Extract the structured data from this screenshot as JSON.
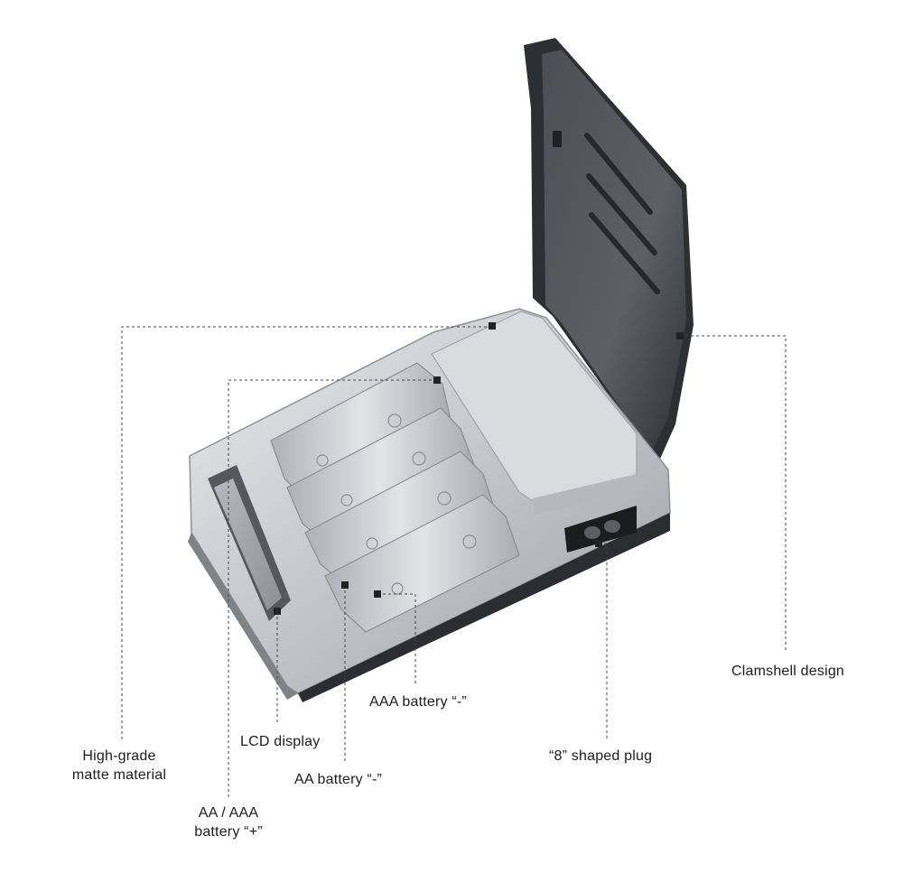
{
  "product": {
    "name": "4-slot AA / AAA battery charger with LCD display and clamshell lid",
    "colors": {
      "body": "#c8cbcf",
      "lid": "#3a3c40",
      "slot": "#b9bcc0",
      "leader_line": "#444444",
      "marker": "#222222"
    }
  },
  "callouts": {
    "matte": {
      "line1": "High-grade",
      "line2": "matte material"
    },
    "battery_plus": {
      "line1": "AA / AAA",
      "line2": "battery “+”"
    },
    "lcd": {
      "label": "LCD display"
    },
    "aa_minus": {
      "label": "AA battery “-”"
    },
    "aaa_minus": {
      "label": "AAA battery “-”"
    },
    "plug": {
      "label": "“8” shaped plug"
    },
    "clamshell": {
      "label": "Clamshell design"
    }
  }
}
